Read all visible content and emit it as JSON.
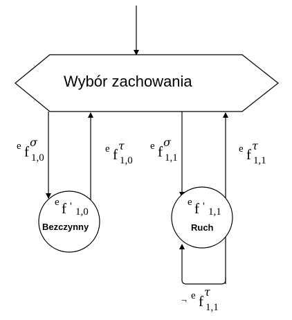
{
  "process": {
    "label": "Wybór zachowania"
  },
  "states": [
    {
      "id": "idle",
      "name": "Bezczynny",
      "symbol": {
        "e": "e",
        "f": "f",
        "prime": "'",
        "sub": "1,0"
      }
    },
    {
      "id": "move",
      "name": "Ruch",
      "symbol": {
        "e": "e",
        "f": "f",
        "prime": "'",
        "sub": "1,1"
      }
    }
  ],
  "transitions": [
    {
      "id": "to-idle",
      "e": "e",
      "f": "f",
      "sup": "σ",
      "sub": "1,0"
    },
    {
      "id": "from-idle",
      "e": "e",
      "f": "f",
      "sup": "τ",
      "sub": "1,0"
    },
    {
      "id": "to-move",
      "e": "e",
      "f": "f",
      "sup": "σ",
      "sub": "1,1"
    },
    {
      "id": "from-move",
      "e": "e",
      "f": "f",
      "sup": "τ",
      "sub": "1,1"
    },
    {
      "id": "self-loop-move",
      "neg": "¬",
      "e": "e",
      "f": "f",
      "sup": "τ",
      "sub": "1,1"
    }
  ],
  "colors": {
    "stroke": "#000000",
    "fill": "#ffffff"
  }
}
